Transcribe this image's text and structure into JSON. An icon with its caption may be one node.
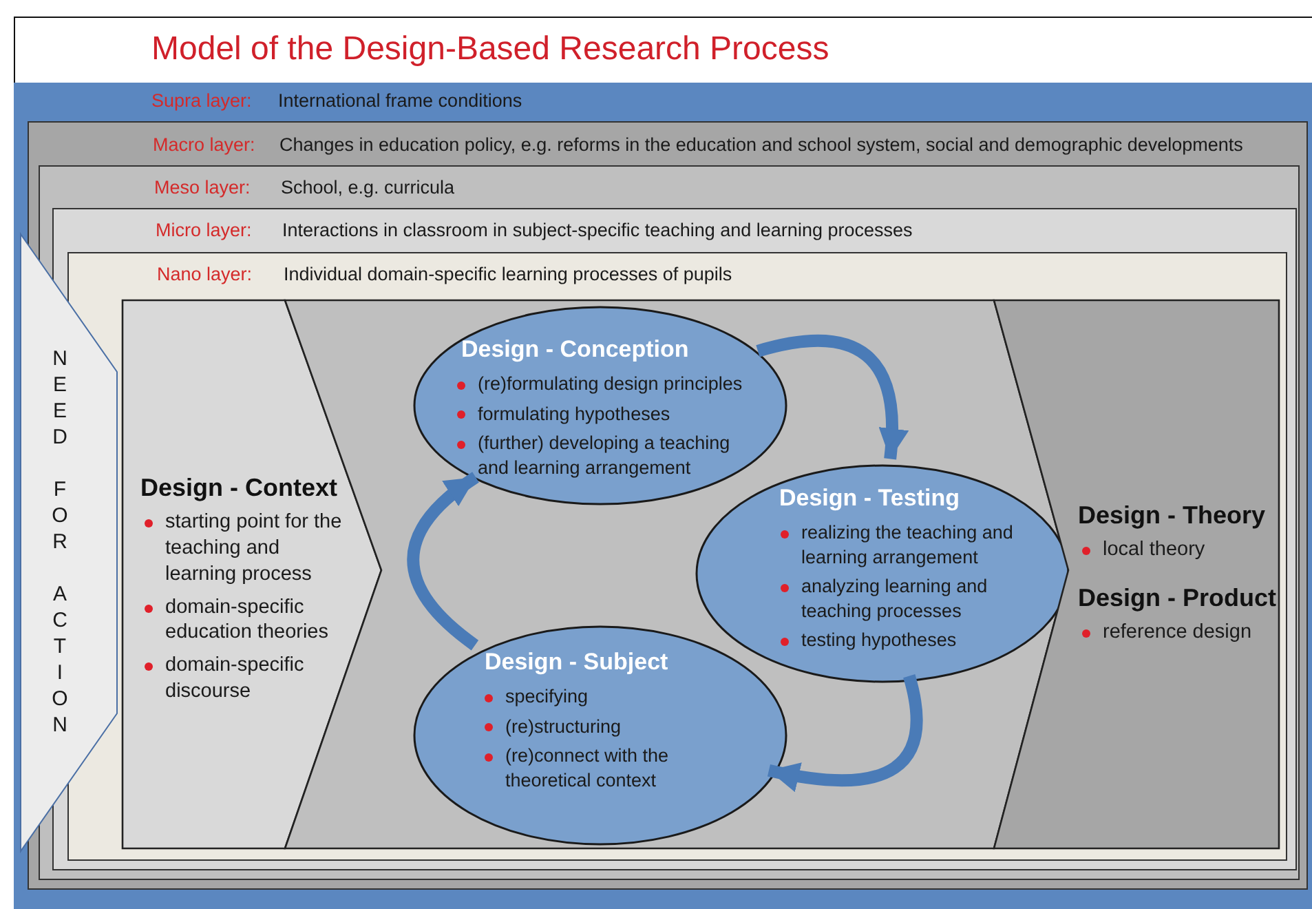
{
  "diagram": {
    "title": "Model of the Design-Based Research Process",
    "nodes": [
      {
        "text": [
          "Supra layer:",
          "International frame conditions"
        ]
      },
      {
        "text": [
          "Macro layer:",
          "Changes in education policy, e.g. reforms in the education and school system, social and demographic developments"
        ],
        "in": 0
      },
      {
        "text": [
          "Meso layer:",
          "School, e.g. curricula"
        ],
        "in": 1
      },
      {
        "text": [
          "Micro layer:",
          "Interactions in classroom in subject-specific teaching and learning processes"
        ],
        "in": 2
      },
      {
        "text": [
          "Nano layer:",
          "Individual domain-specific learning processes of pupils"
        ],
        "in": 3
      },
      {
        "text": [
          "Design - Context",
          "starting point for the teaching and learning process",
          "domain-specific education theories",
          "domain-specific discourse"
        ],
        "in": 4
      },
      {
        "text": [],
        "shape": "chevron",
        "in": 4
      },
      {
        "text": [
          "Design - Conception",
          "(re)formulating design principles",
          "formulating hypotheses",
          "(further) developing a teaching and learning arrangement"
        ],
        "in": 6
      },
      {
        "text": [
          "Design - Testing",
          "realizing the teaching and learning arrangement",
          "analyzing learning and teaching processes",
          "testing hypotheses"
        ],
        "in": 6
      },
      {
        "text": [
          "Design - Subject",
          "specifying",
          "(re)structuring",
          "(re)connect with the theoretical context"
        ],
        "in": 6
      },
      {
        "text": [
          "Design - Theory",
          "local theory",
          "Design - Product",
          "reference design"
        ],
        "in": 4
      },
      {
        "text": [
          "NEED FOR ACTION"
        ],
        "in": 0
      }
    ],
    "edges": [
      {
        "from": 7,
        "to": 8,
        "arrow": "to"
      },
      {
        "from": 8,
        "to": 9,
        "arrow": "to"
      },
      {
        "from": 9,
        "to": 7,
        "arrow": "to"
      }
    ]
  }
}
